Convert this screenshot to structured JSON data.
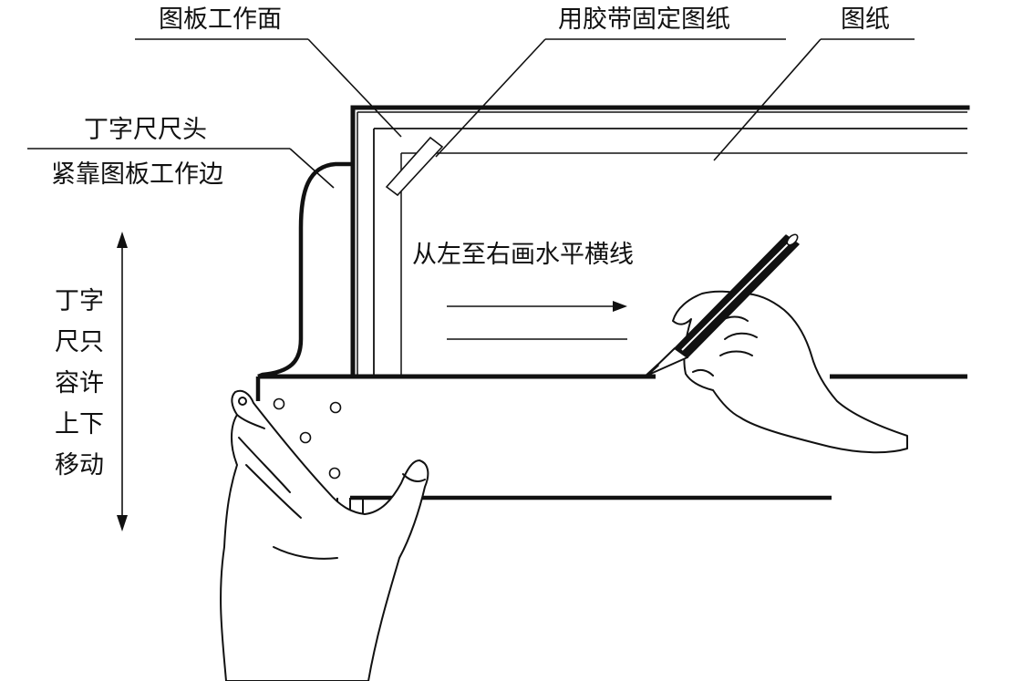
{
  "labels": {
    "board_surface": "图板工作面",
    "tape": "用胶带固定图纸",
    "paper": "图纸",
    "t_head_line1": "丁字尺尺头",
    "t_head_line2": "紧靠图板工作边",
    "draw_instruction": "从左至右画水平横线",
    "vertical_motion": [
      "丁字",
      "尺只",
      "容许",
      "上下",
      "移动"
    ]
  },
  "colors": {
    "ink": "#111111",
    "paper": "#ffffff"
  }
}
